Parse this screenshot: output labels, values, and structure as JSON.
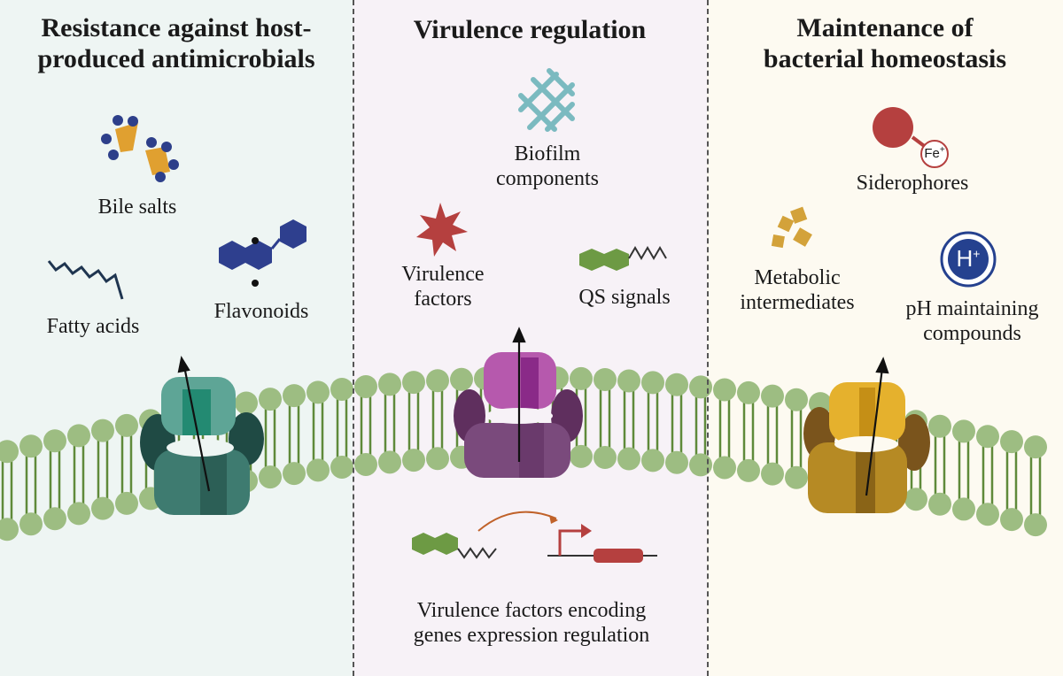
{
  "colors": {
    "panel_left": "#eef5f3",
    "panel_middle": "#f7f2f7",
    "panel_right": "#fdfaf1",
    "membrane": "#9dbd82",
    "membrane_tail": "#5f8a3a",
    "pump_left_dark": "#1f4a44",
    "pump_left_mid": "#3e7b70",
    "pump_left_light": "#5ea596",
    "pump_mid_dark": "#5f2f5e",
    "pump_mid_light": "#b659ad",
    "pump_right_dark": "#7a541c",
    "pump_right_mid": "#b68a24",
    "pump_right_light": "#e5b12d",
    "bile_orange": "#e0a030",
    "bile_blue": "#2d3f8a",
    "flavonoid_blue": "#2e3f8e",
    "biofilm_teal": "#7bbac0",
    "virulence_red": "#b5403f",
    "qs_green": "#6d9a44",
    "siderophore_red": "#b5403f",
    "metabolic_gold": "#d3a23a",
    "ph_blue": "#25418f"
  },
  "sections": {
    "left": {
      "title": "Resistance against host-produced antimicrobials",
      "title_lines": [
        "Resistance against host-",
        "produced antimicrobials"
      ],
      "items": {
        "bile_salts": "Bile salts",
        "fatty_acids": "Fatty acids",
        "flavonoids": "Flavonoids"
      }
    },
    "middle": {
      "title": "Virulence regulation",
      "items": {
        "biofilm": [
          "Biofilm",
          "components"
        ],
        "virulence_factors": [
          "Virulence",
          "factors"
        ],
        "qs_signals": "QS signals",
        "gene_regulation": [
          "Virulence factors encoding",
          "genes expression regulation"
        ]
      }
    },
    "right": {
      "title": "Maintenance of bacterial homeostasis",
      "title_lines": [
        "Maintenance of",
        "bacterial homeostasis"
      ],
      "items": {
        "siderophores": "Siderophores",
        "fe_label": "Fe",
        "fe_charge": "+",
        "metabolic": [
          "Metabolic",
          "intermediates"
        ],
        "ph_compounds": [
          "pH maintaining",
          "compounds"
        ],
        "h_label": "H",
        "h_charge": "+"
      }
    }
  }
}
